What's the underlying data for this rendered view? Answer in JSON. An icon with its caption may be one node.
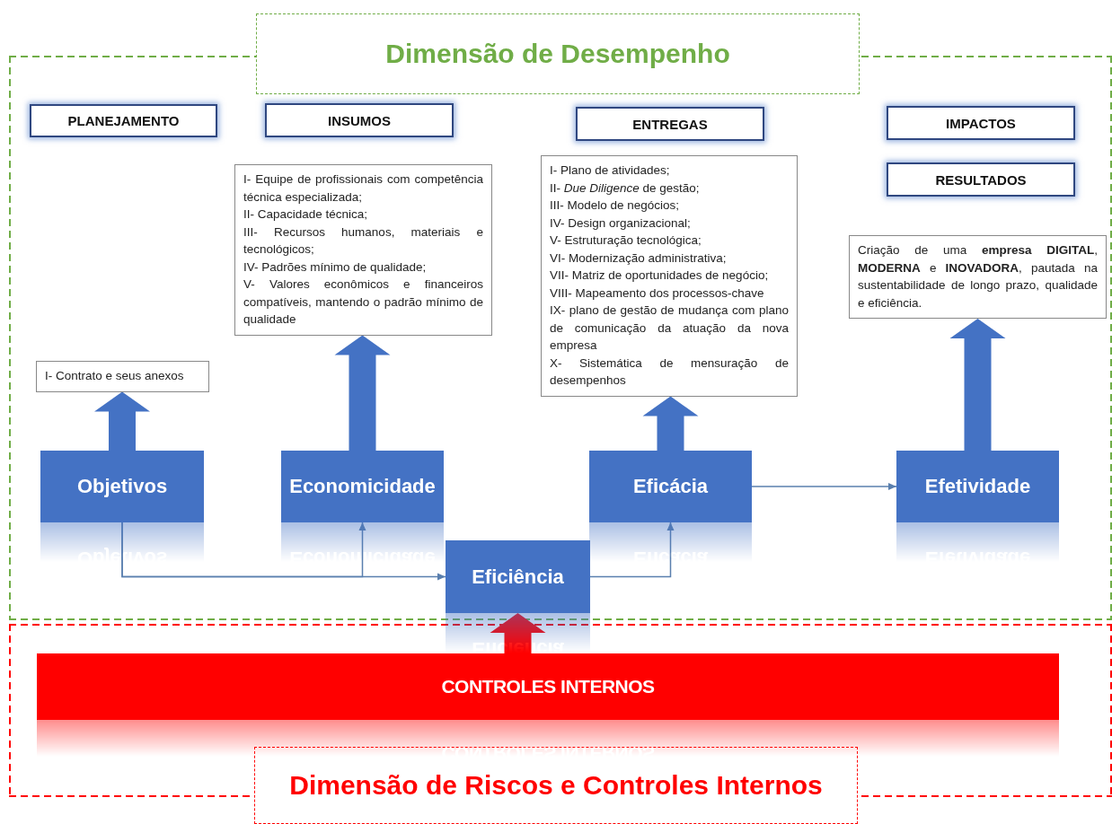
{
  "diagram": {
    "nodes": [
      {
        "text": [
          "Dimensão de Desempenho"
        ]
      },
      {
        "text": [
          "PLANEJAMENTO"
        ],
        "in": 0
      },
      {
        "text": [
          "INSUMOS"
        ],
        "in": 0
      },
      {
        "text": [
          "ENTREGAS"
        ],
        "in": 0
      },
      {
        "text": [
          "IMPACTOS"
        ],
        "in": 0
      },
      {
        "text": [
          "RESULTADOS"
        ],
        "in": 0
      },
      {
        "text": [
          "I- Equipe de profissionais com competência técnica especializada;",
          "II- Capacidade técnica;",
          "III- Recursos humanos, materiais e tecnológicos;",
          "IV- Padrões mínimo de qualidade;",
          "V- Valores econômicos e financeiros compatíveis, mantendo o padrão mínimo de qualidade"
        ],
        "in": 0
      },
      {
        "text": [
          "I- Plano de atividades;",
          "II- *Due Diligence* de gestão;",
          "III- Modelo de negócios;",
          "IV- Design organizacional;",
          "V- Estruturação tecnológica;",
          "VI- Modernização administrativa;",
          "VII- Matriz de oportunidades de negócio;",
          "VIII- Mapeamento dos processos-chave",
          "IX- plano de gestão de mudança com plano de comunicação da atuação da nova empresa",
          "X- Sistemática de mensuração de desempenhos"
        ],
        "in": 0
      },
      {
        "text": [
          "Criação de uma **empresa DIGITAL**, **MODERNA** e **INOVADORA**, pautada na sustentabilidade de longo prazo, qualidade e eficiência."
        ],
        "in": 0
      },
      {
        "text": [
          "I- Contrato e seus anexos"
        ],
        "in": 0
      },
      {
        "text": [
          "Objetivos"
        ],
        "in": 0
      },
      {
        "text": [
          "Economicidade"
        ],
        "in": 0
      },
      {
        "text": [
          "Eficácia"
        ],
        "in": 0
      },
      {
        "text": [
          "Efetividade"
        ],
        "in": 0
      },
      {
        "text": [
          "Eficiência"
        ],
        "in": 0
      },
      {
        "text": [
          "Dimensão de Riscos e Controles Internos"
        ]
      },
      {
        "text": [
          "CONTROLES INTERNOS"
        ],
        "in": 15
      }
    ],
    "edges": [
      {
        "from": 10,
        "to": 9,
        "arrow": "to",
        "style": "thick"
      },
      {
        "from": 11,
        "to": 6,
        "arrow": "to",
        "style": "thick"
      },
      {
        "from": 12,
        "to": 7,
        "arrow": "to",
        "style": "thick"
      },
      {
        "from": 13,
        "to": 8,
        "arrow": "to",
        "style": "thick"
      },
      {
        "from": 10,
        "to": 14,
        "arrow": "to"
      },
      {
        "from": 10,
        "to": 11,
        "arrow": "to"
      },
      {
        "from": 14,
        "to": 12,
        "arrow": "to"
      },
      {
        "from": 12,
        "to": 13,
        "arrow": "to"
      },
      {
        "from": 16,
        "to": 14,
        "arrow": "to",
        "style": "thick",
        "color": "#ff0000"
      }
    ]
  }
}
